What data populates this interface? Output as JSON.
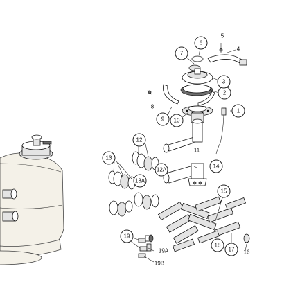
{
  "diagram": {
    "callouts": [
      {
        "id": "c1",
        "label": "1"
      },
      {
        "id": "c2",
        "label": "2"
      },
      {
        "id": "c3",
        "label": "3"
      },
      {
        "id": "c6",
        "label": "6"
      },
      {
        "id": "c7",
        "label": "7"
      },
      {
        "id": "c9",
        "label": "9"
      },
      {
        "id": "c10",
        "label": "10"
      },
      {
        "id": "c12",
        "label": "12"
      },
      {
        "id": "c12a",
        "label": "12A"
      },
      {
        "id": "c13",
        "label": "13"
      },
      {
        "id": "c13a",
        "label": "13A"
      },
      {
        "id": "c14",
        "label": "14"
      },
      {
        "id": "c15",
        "label": "15"
      },
      {
        "id": "c16",
        "label": "16"
      },
      {
        "id": "c17",
        "label": "17"
      },
      {
        "id": "c18",
        "label": "18"
      },
      {
        "id": "c19",
        "label": "19"
      }
    ],
    "plain_labels": [
      {
        "id": "t4",
        "label": "4"
      },
      {
        "id": "t5",
        "label": "5"
      },
      {
        "id": "t8",
        "label": "8"
      },
      {
        "id": "t11",
        "label": "11"
      },
      {
        "id": "t19a",
        "label": "19A"
      },
      {
        "id": "t19b",
        "label": "19B"
      }
    ]
  }
}
